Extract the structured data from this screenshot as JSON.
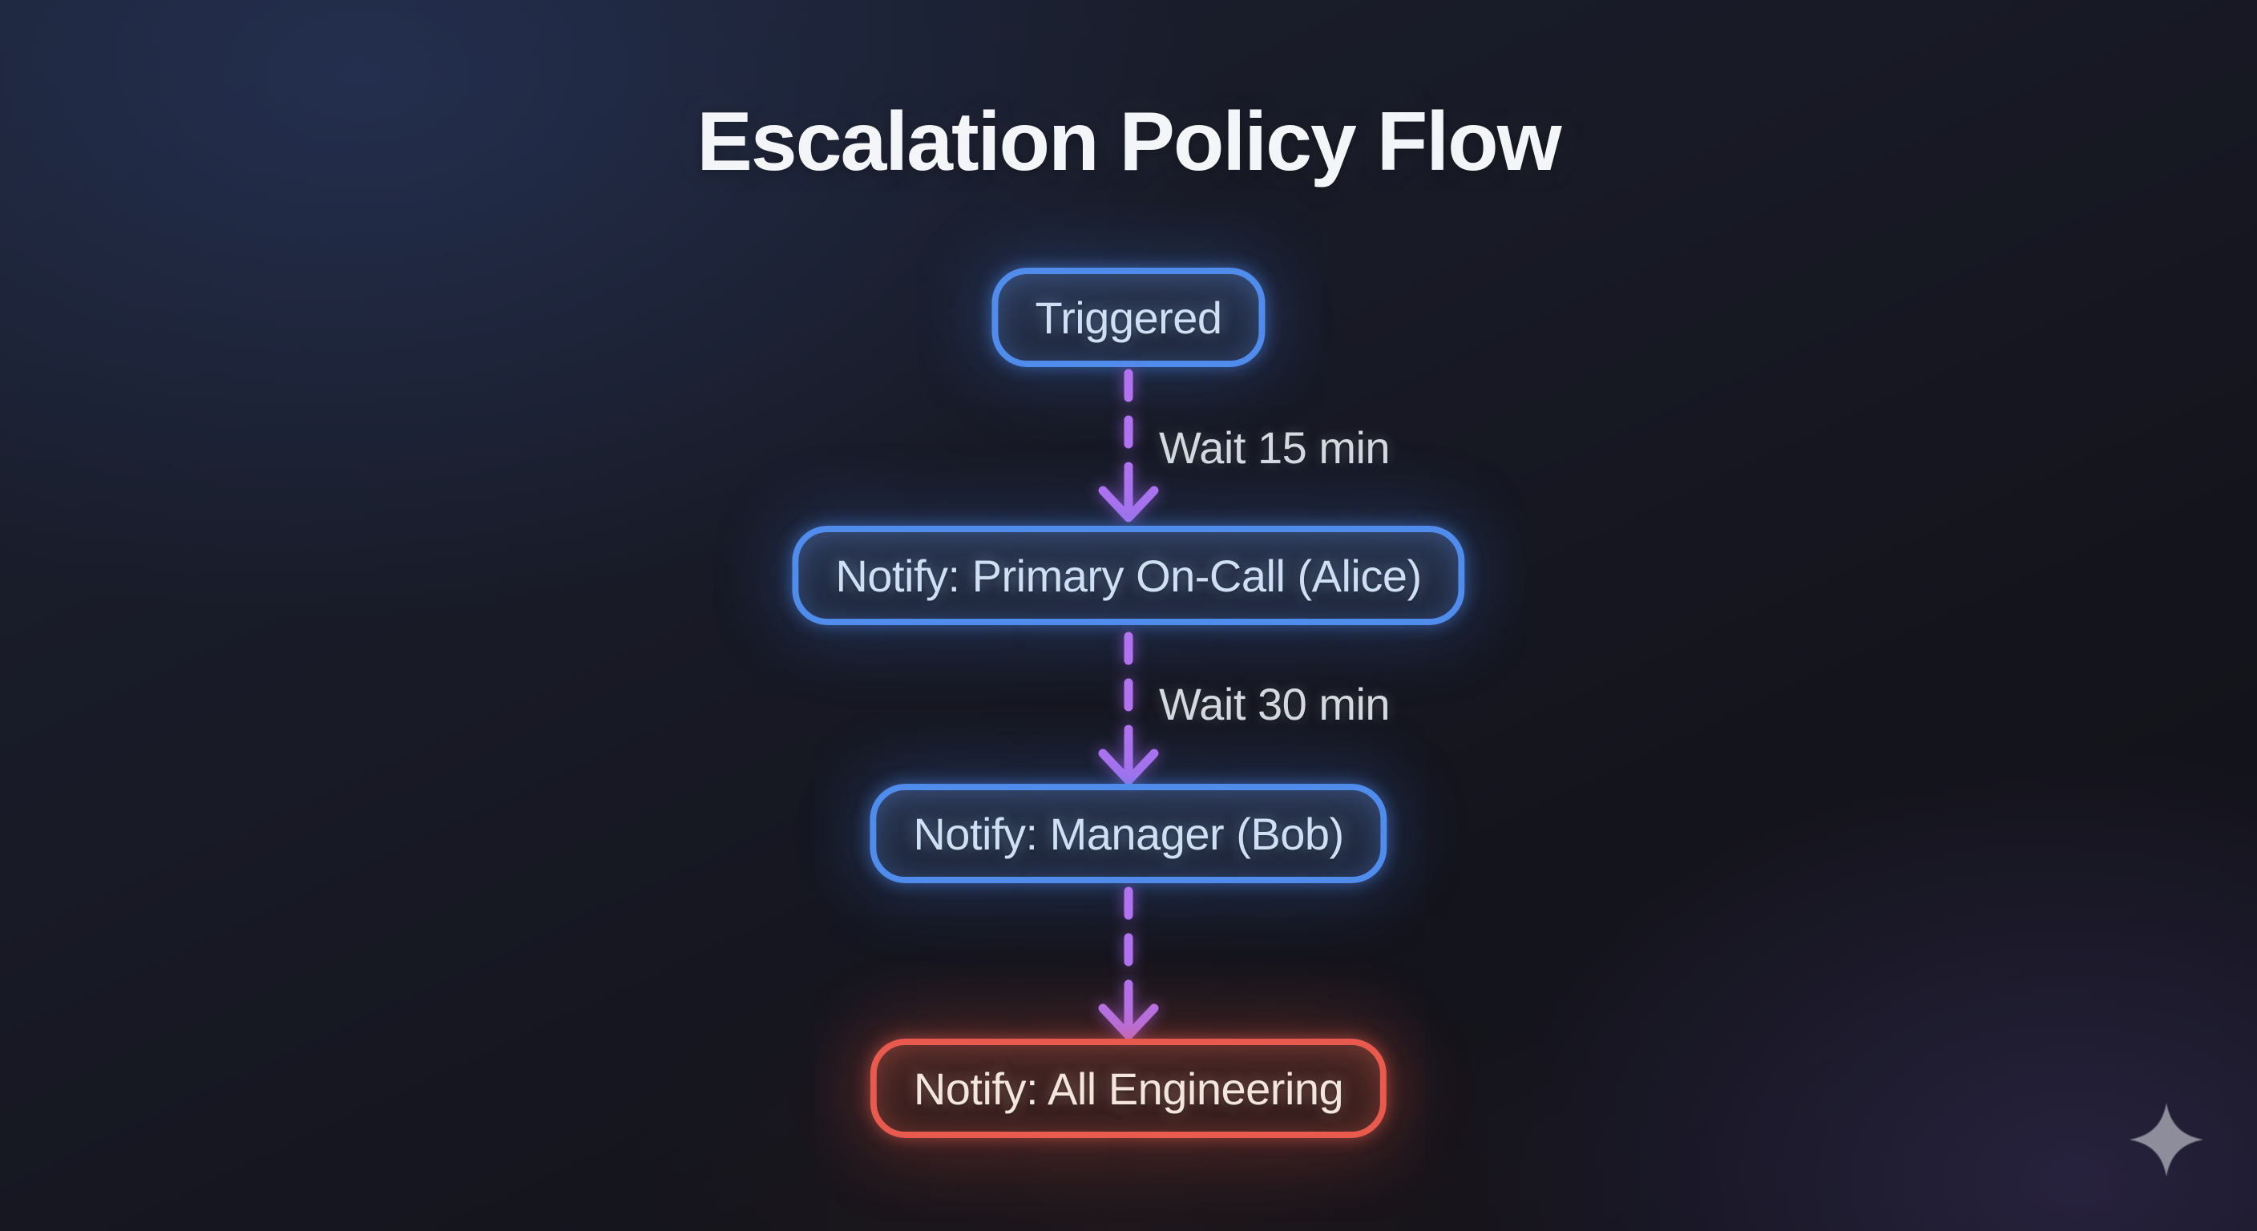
{
  "title": "Escalation Policy Flow",
  "flow": {
    "nodes": [
      {
        "id": "triggered",
        "label": "Triggered",
        "variant": "blue"
      },
      {
        "id": "notify-primary-oncall",
        "label": "Notify: Primary On-Call (Alice)",
        "variant": "blue"
      },
      {
        "id": "notify-manager",
        "label": "Notify: Manager (Bob)",
        "variant": "blue"
      },
      {
        "id": "notify-all-engineering",
        "label": "Notify: All Engineering",
        "variant": "red"
      }
    ],
    "edges": [
      {
        "from": "triggered",
        "to": "notify-primary-oncall",
        "label": "Wait 15 min"
      },
      {
        "from": "notify-primary-oncall",
        "to": "notify-manager",
        "label": "Wait 30 min"
      },
      {
        "from": "notify-manager",
        "to": "notify-all-engineering",
        "label": ""
      }
    ]
  },
  "icons": {
    "watermark": "sparkle-four-point-star",
    "arrow": "dashed-down-arrow"
  },
  "colors": {
    "node_border_blue": "#4F8CEC",
    "node_border_red": "#E85A4E",
    "arrow_purple": "#B273F0",
    "title_text": "#F3F5F8",
    "node_text_blue": "#CFDFF4",
    "node_text_red": "#F4E6DC",
    "edge_label_text": "#D5DAE0",
    "watermark_gray": "#9D9DA9",
    "background_top_left": "#1B2030",
    "background_bottom": "#111118"
  }
}
